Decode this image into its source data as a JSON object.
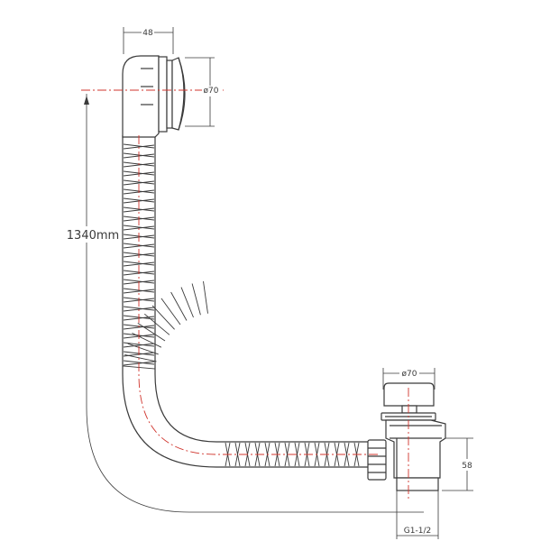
{
  "labels": {
    "overflow_width": "48",
    "overflow_diameter": "ø70",
    "length": "1340mm",
    "waste_diameter": "ø70",
    "waste_height": "58",
    "thread": "G1-1/2"
  },
  "colors": {
    "line": "#3a3a3a",
    "centerline": "#d0342c",
    "fill": "#ffffff"
  }
}
